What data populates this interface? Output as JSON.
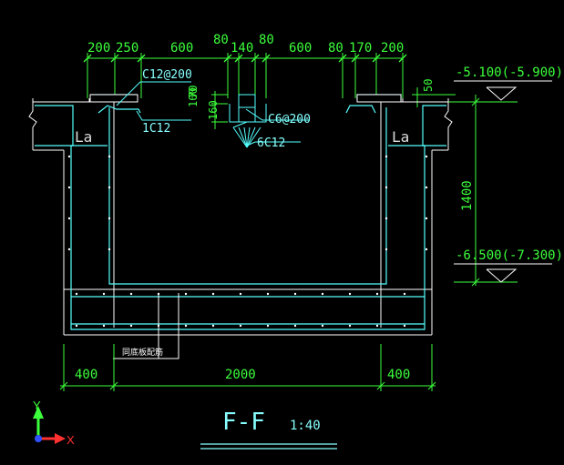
{
  "top_dims": [
    "200",
    "250",
    "600",
    "80",
    "140",
    "80",
    "600",
    "80",
    "170",
    "200"
  ],
  "side_dim": "50",
  "elev_top": "-5.100(-5.900)",
  "elev_bot": "-6.500(-7.300)",
  "height_dim": "1400",
  "bottom_dims": [
    "400",
    "2000",
    "400"
  ],
  "rebar": {
    "c12_200": "C12@200",
    "one_c12": "1C12",
    "c6_200": "C6@200",
    "six_c12": "6C12",
    "v100": "100",
    "v70": "70",
    "v160": "160"
  },
  "la_left": "La",
  "la_right": "La",
  "note": "同底板配筋",
  "section_title": "F-F",
  "scale": "1:40",
  "axis_y": "Y",
  "axis_x": "X"
}
